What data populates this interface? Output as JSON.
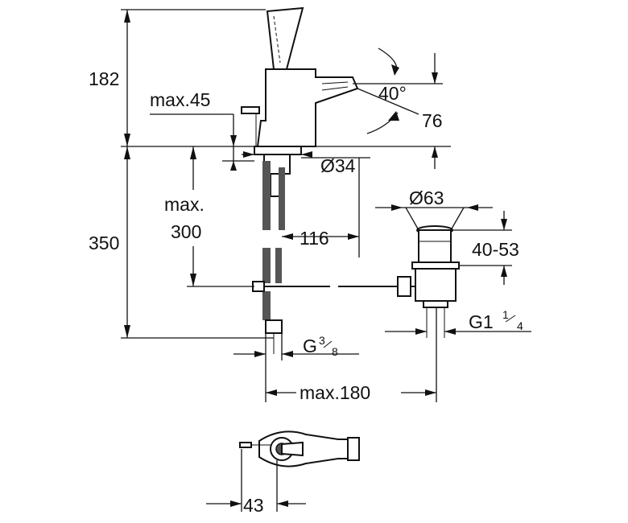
{
  "dimensions": {
    "height_top": "182",
    "lever_max": "max.45",
    "spout_angle": "40°",
    "spout_height": "76",
    "base_diameter": "Ø34",
    "depth_label_1": "max.",
    "depth_label_2": "300",
    "total_height": "350",
    "pipe_offset": "116",
    "waste_diameter": "Ø63",
    "waste_range": "40-53",
    "waste_thread_main": "G1",
    "waste_thread_num": "1",
    "waste_thread_den": "4",
    "supply_thread_main": "G",
    "supply_thread_num": "3",
    "supply_thread_den": "8",
    "max_width": "max.180",
    "top_view_offset": "43"
  }
}
